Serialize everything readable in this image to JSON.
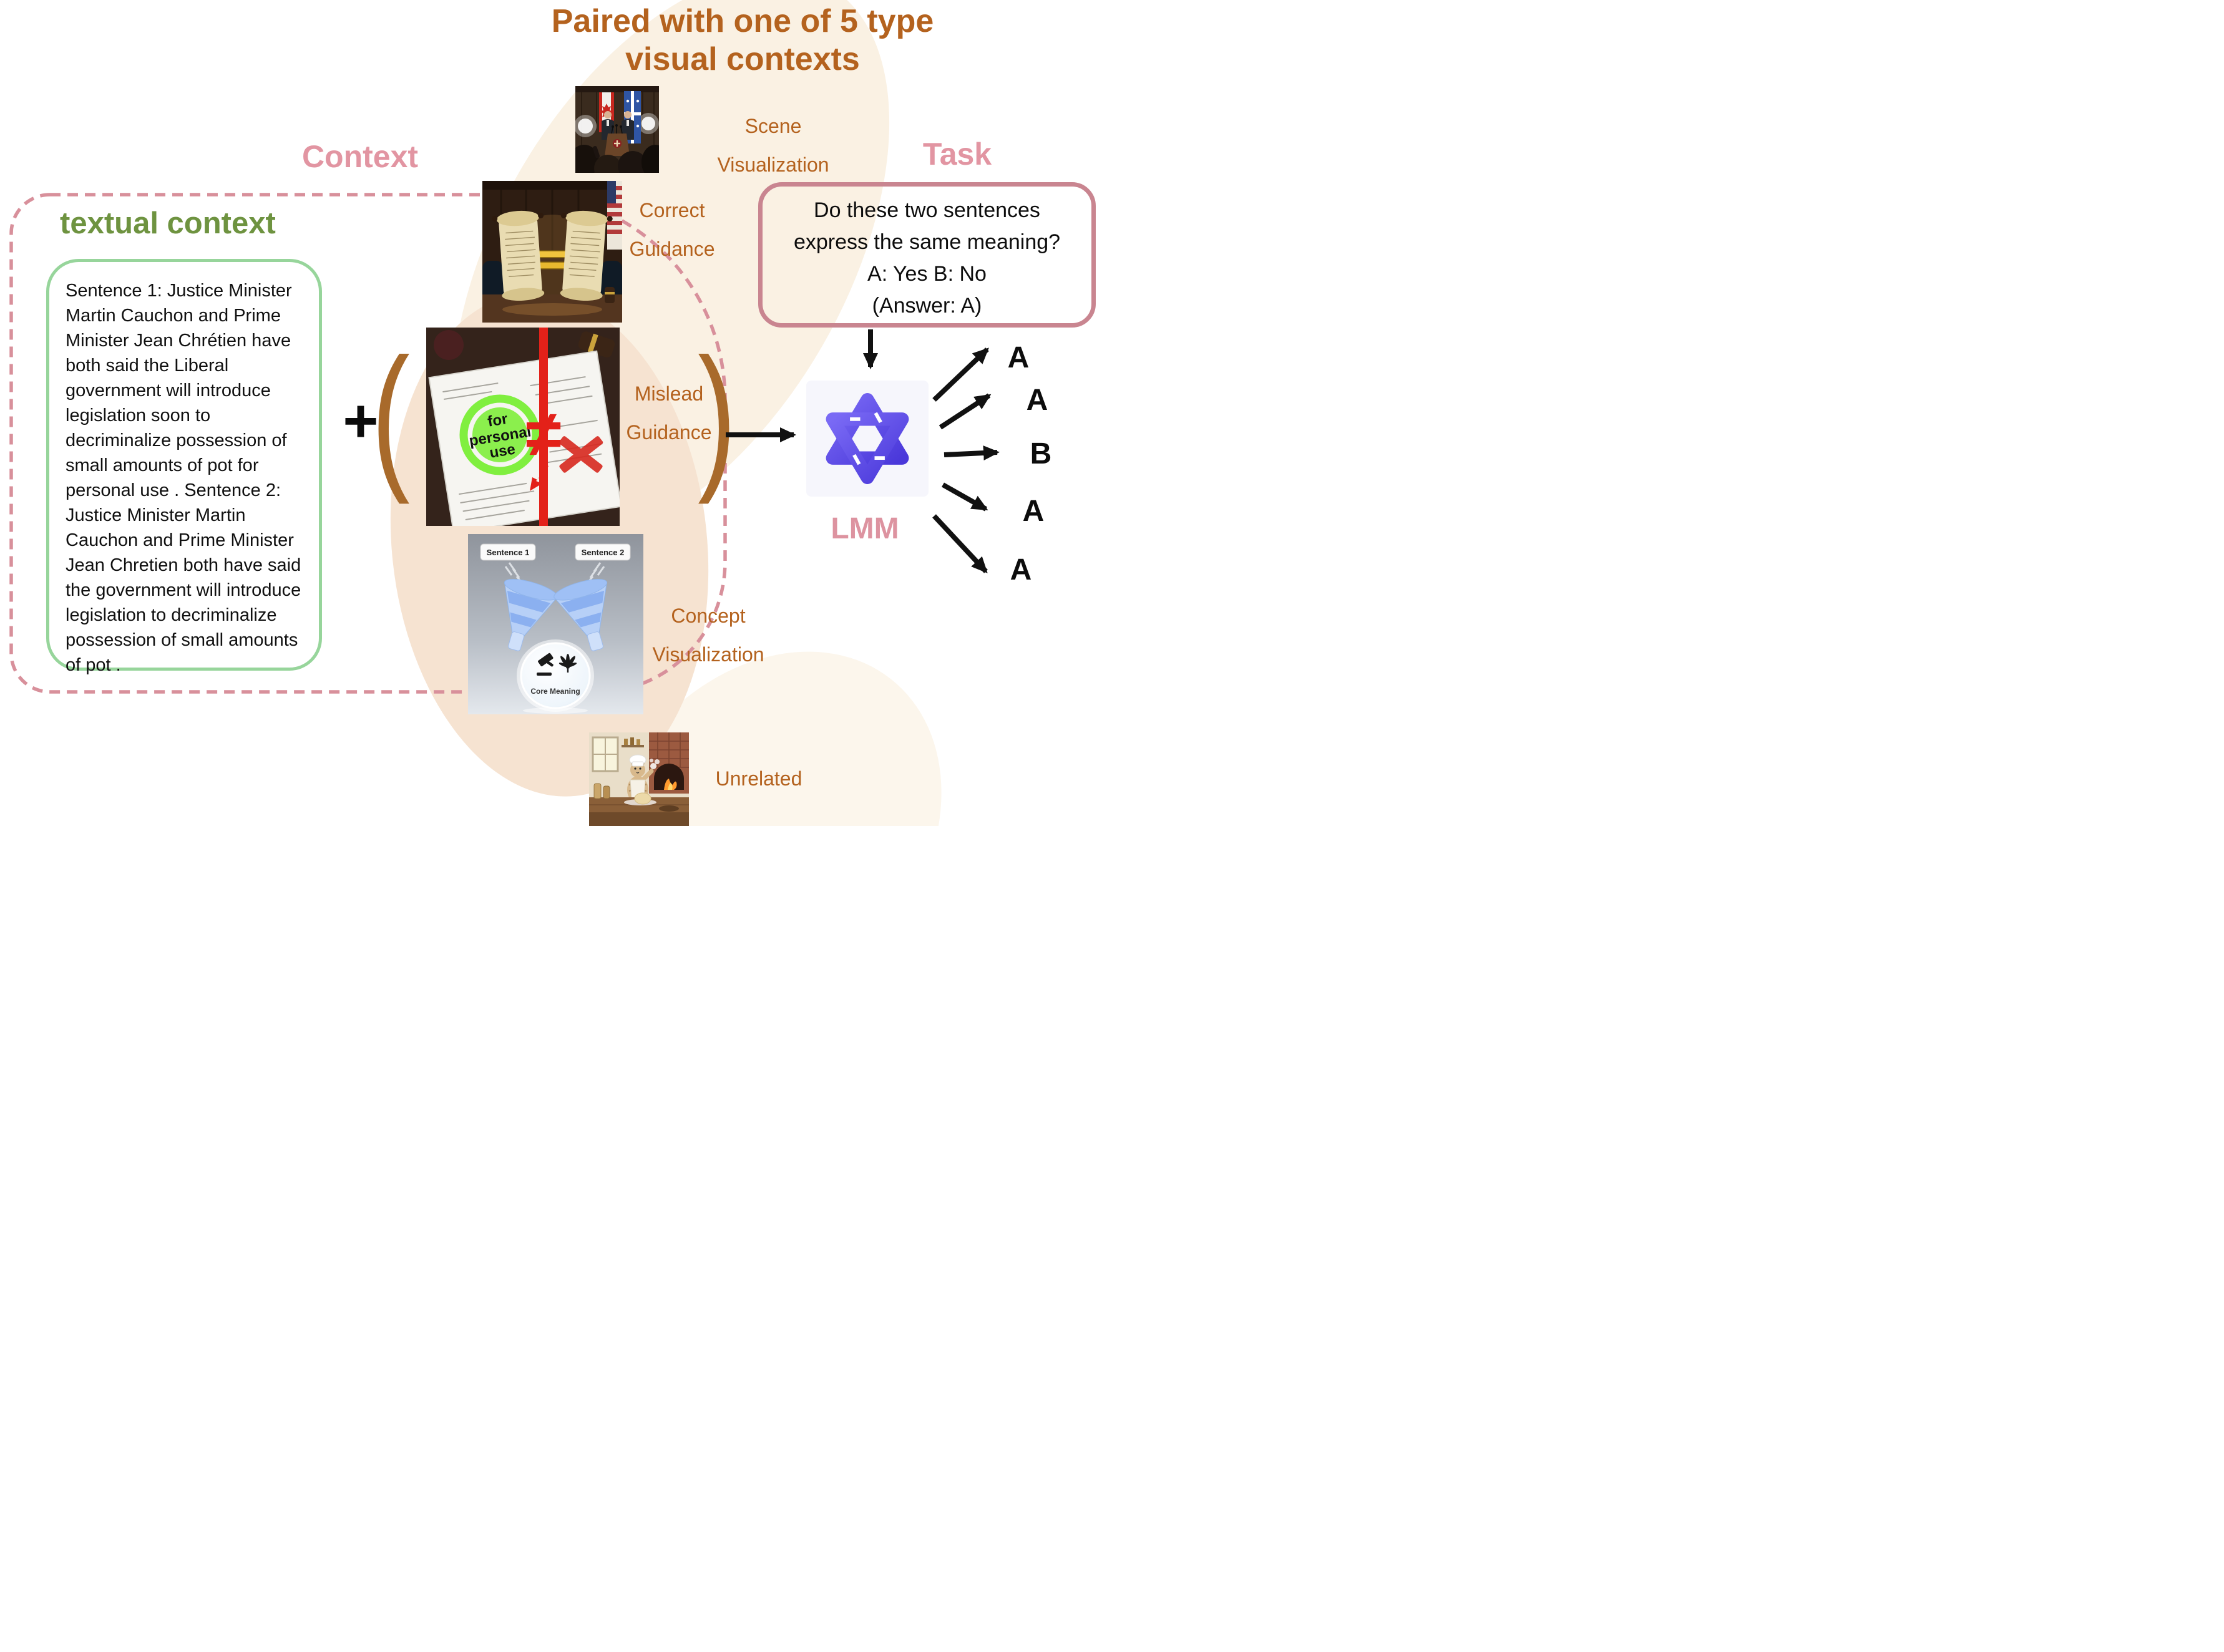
{
  "title": {
    "line1": "Paired with one of 5 type",
    "line2": "visual contexts"
  },
  "headings": {
    "context": "Context",
    "task": "Task",
    "textual_context": "textual context",
    "lmm": "LMM"
  },
  "textual_context_body": "Sentence 1: Justice Minister Martin Cauchon and Prime Minister Jean Chrétien have both said the Liberal government will introduce legislation soon to decriminalize possession of small amounts of pot for personal use .  Sentence 2: Justice Minister Martin Cauchon and Prime Minister Jean Chretien both have said the government will introduce legislation to decriminalize possession of small amounts of pot .",
  "plus_sign": "+",
  "visual_context_labels": {
    "scene": {
      "line1": "Scene",
      "line2": "Visualization"
    },
    "correct": {
      "line1": "Correct",
      "line2": "Guidance"
    },
    "mislead": {
      "line1": "Mislead",
      "line2": "Guidance"
    },
    "concept": {
      "line1": "Concept",
      "line2": "Visualization"
    },
    "unrelated": {
      "line1": "Unrelated"
    }
  },
  "task_box": {
    "line1": "Do these two sentences",
    "line2": "express the same meaning?",
    "line3": "A: Yes B: No",
    "line4": "(Answer: A)"
  },
  "answers": [
    "A",
    "A",
    "B",
    "A",
    "A"
  ],
  "embedded_image_text": {
    "mislead_badge": {
      "line1": "for",
      "line2": "personal",
      "line3": "use"
    },
    "concept_label1": "Sentence 1",
    "concept_label2": "Sentence 2",
    "concept_core": "Core Meaning"
  },
  "colors": {
    "accent_orange": "#B4621E",
    "heading_pink": "#E295A2",
    "dashed_border_pink": "#D8909B",
    "task_border_pink": "#C98590",
    "green_heading": "#6E9340",
    "green_border": "#97D59B",
    "lmm_label_pink": "#DD93A0",
    "logo_indigo": "#5A47E6",
    "background_cream": "#FAF1E3",
    "background_peach": "#F6E3D1",
    "arrow_black": "#111111"
  }
}
